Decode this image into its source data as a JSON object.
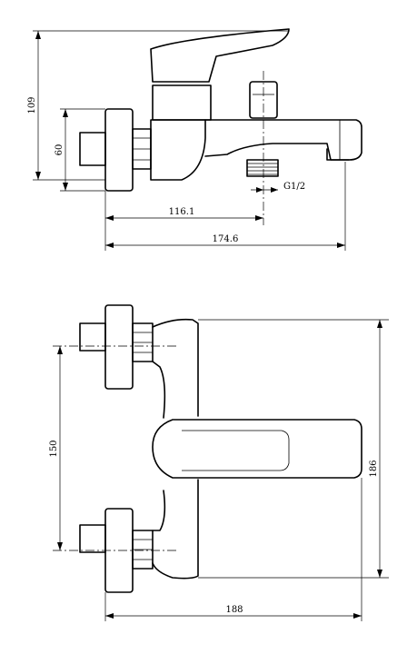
{
  "dimensions": {
    "top_view_height": "109",
    "top_view_body_height": "60",
    "top_view_outlet_distance": "116.1",
    "top_view_total_length": "174.6",
    "thread_label": "G1/2",
    "front_view_inlet_spacing": "150",
    "front_view_height": "186",
    "front_view_length": "188"
  }
}
